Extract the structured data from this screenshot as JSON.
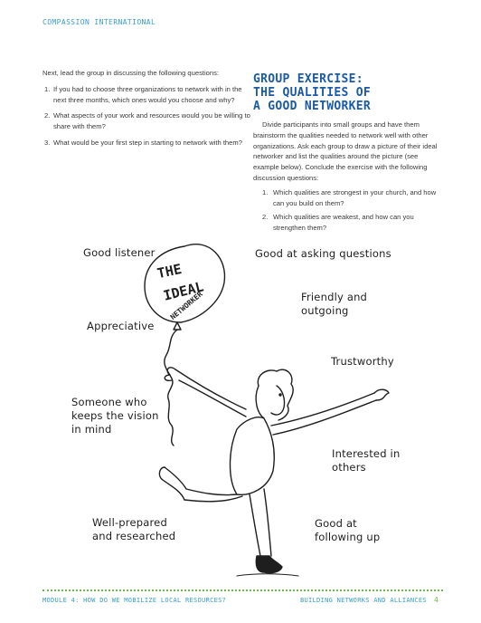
{
  "header": {
    "brand": "COMPASSION INTERNATIONAL"
  },
  "left_column": {
    "intro": "Next, lead the group in discussing the following questions:",
    "questions": [
      {
        "num": "1.",
        "text": "If you had to choose three organizations to network with in the next three months, which ones would you choose and why?"
      },
      {
        "num": "2.",
        "text": "What aspects of your work and resources would you be willing to share with them?"
      },
      {
        "num": "3.",
        "text": "What would be your first step in starting to network with them?"
      }
    ]
  },
  "exercise": {
    "title_line1": "GROUP EXERCISE:",
    "title_line2": "THE QUALITIES OF",
    "title_line3": "A GOOD NETWORKER",
    "body": "Divide participants into small groups and have them brainstorm the qualities needed to network well with other organizations. Ask each group to draw a picture of their ideal networker and list the qualities around the picture (see example below). Conclude the exercise with the following discussion questions:",
    "questions": [
      {
        "num": "1.",
        "text": "Which qualities are strongest in your church, and how can you build on them?"
      },
      {
        "num": "2.",
        "text": "Which qualities are weakest, and how can you strengthen them?"
      }
    ]
  },
  "illustration": {
    "balloon_line1": "THE",
    "balloon_line2": "IDEAL",
    "balloon_line3": "NETWORKER",
    "qualities": {
      "good_listener": "Good listener",
      "asking_questions": "Good at asking questions",
      "friendly_1": "Friendly and",
      "friendly_2": "outgoing",
      "appreciative": "Appreciative",
      "trustworthy": "Trustworthy",
      "vision_1": "Someone who",
      "vision_2": "keeps the vision",
      "vision_3": "in mind",
      "interested_1": "Interested in",
      "interested_2": "others",
      "prepared_1": "Well-prepared",
      "prepared_2": "and researched",
      "following_1": "Good at",
      "following_2": "following up"
    }
  },
  "footer": {
    "left": "MODULE 4: HOW DO WE MOBILIZE LOCAL RESOURCES?",
    "right": "BUILDING NETWORKS AND ALLIANCES",
    "page": "4"
  },
  "colors": {
    "accent_blue": "#3a9ec9",
    "title_blue": "#1a5aa6",
    "green": "#6fb64a"
  }
}
